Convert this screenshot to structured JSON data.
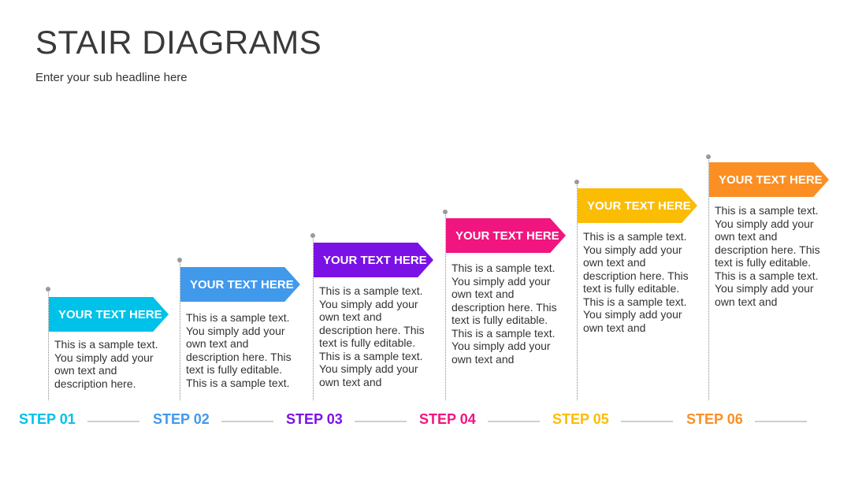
{
  "header": {
    "title": "STAIR DIAGRAMS",
    "subtitle": "Enter your sub headline here"
  },
  "colors": {
    "step1": "#00c1e8",
    "step2": "#4199ec",
    "step3": "#7a12e6",
    "step4": "#f0157f",
    "step5": "#fbbc04",
    "step6": "#fb8f24",
    "connector": "#cfcfcf",
    "dotted_line": "#8a8a8a"
  },
  "steps": [
    {
      "label": "STEP 01",
      "heading": "YOUR TEXT HERE",
      "text": "This is a sample text. You simply add your own text and description here."
    },
    {
      "label": "STEP 02",
      "heading": "YOUR TEXT HERE",
      "text": "This is a sample text. You simply add your own text and description here. This text is fully editable. This is a sample text."
    },
    {
      "label": "STEP 03",
      "heading": "YOUR TEXT HERE",
      "text": "This is a sample text. You simply add your own text and description here. This text is fully editable. This is a sample text. You simply add your own text and"
    },
    {
      "label": "STEP 04",
      "heading": "YOUR TEXT HERE",
      "text": "This is a sample text. You simply add your own text and description here. This text is fully editable. This is a sample text. You simply add your own text and"
    },
    {
      "label": "STEP 05",
      "heading": "YOUR TEXT HERE",
      "text": "This is a sample text. You simply add your own text and description here. This text is fully editable. This is a sample text. You simply add your own text and"
    },
    {
      "label": "STEP 06",
      "heading": "YOUR TEXT HERE",
      "text": "This is a sample text. You simply add your own text and description here. This text is fully editable. This is a sample text. You simply add your own text and"
    }
  ]
}
